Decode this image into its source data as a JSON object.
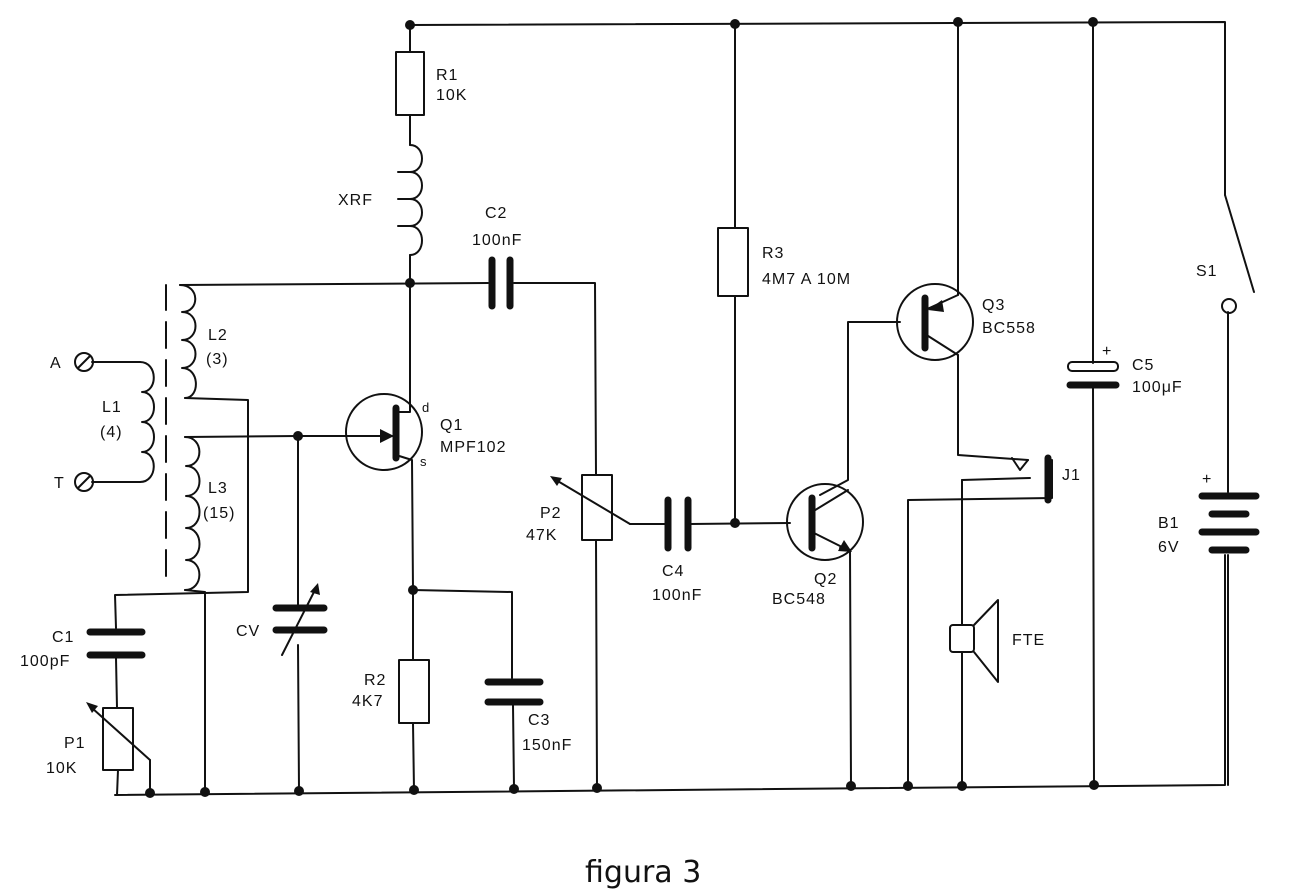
{
  "caption": "figura 3",
  "components": {
    "R1": {
      "ref": "R1",
      "value": "10K"
    },
    "XRF": {
      "ref": "XRF"
    },
    "C2": {
      "ref": "C2",
      "value": "100nF"
    },
    "R3": {
      "ref": "R3",
      "value": "4M7 A 10M"
    },
    "Q3": {
      "ref": "Q3",
      "value": "BC558"
    },
    "S1": {
      "ref": "S1"
    },
    "C5": {
      "ref": "C5",
      "value": "100μF",
      "polarity": "+"
    },
    "L2": {
      "ref": "L2",
      "value": "(3)"
    },
    "A": {
      "ref": "A"
    },
    "L1": {
      "ref": "L1",
      "value": "(4)"
    },
    "T": {
      "ref": "T"
    },
    "Q1": {
      "ref": "Q1",
      "value": "MPF102",
      "pin_d": "d",
      "pin_s": "s"
    },
    "L3": {
      "ref": "L3",
      "value": "(15)"
    },
    "P2": {
      "ref": "P2",
      "value": "47K"
    },
    "C4": {
      "ref": "C4",
      "value": "100nF"
    },
    "Q2": {
      "ref": "Q2",
      "value": "BC548"
    },
    "J1": {
      "ref": "J1"
    },
    "B1": {
      "ref": "B1",
      "value": "6V",
      "polarity": "+"
    },
    "C1": {
      "ref": "C1",
      "value": "100pF"
    },
    "CV": {
      "ref": "CV"
    },
    "FTE": {
      "ref": "FTE"
    },
    "R2": {
      "ref": "R2",
      "value": "4K7"
    },
    "C3": {
      "ref": "C3",
      "value": "150nF"
    },
    "P1": {
      "ref": "P1",
      "value": "10K"
    }
  }
}
